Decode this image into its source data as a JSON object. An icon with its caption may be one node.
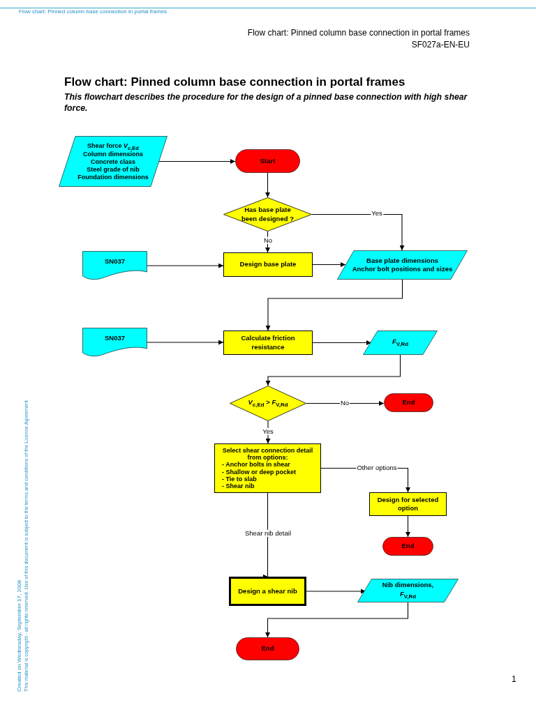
{
  "diagram": {
    "title": "Flow chart: Pinned column base connection in portal frames",
    "caption": "This flowchart describes the procedure for the design of a pinned base connection with high shear force.",
    "nodes": [
      {
        "text": [
          "Shear force *V*$_{c,Ed}$",
          "Column dimensions",
          "Concrete class",
          "Steel grade of nib",
          "Foundation dimensions"
        ]
      },
      {
        "text": [
          "Start"
        ]
      },
      {
        "text": [
          "Has base plate been designed ?"
        ]
      },
      {
        "text": [
          "SN037"
        ]
      },
      {
        "text": [
          "Design base plate"
        ]
      },
      {
        "text": [
          "Base plate dimensions",
          "Anchor bolt positions and sizes"
        ]
      },
      {
        "text": [
          "SN037"
        ]
      },
      {
        "text": [
          "Calculate friction resistance"
        ]
      },
      {
        "text": [
          "*F*$_{V,Rd}$"
        ]
      },
      {
        "text": [
          "*V*$_{c,Ed}$ > *F*$_{V,Rd}$"
        ]
      },
      {
        "text": [
          "End"
        ]
      },
      {
        "text": [
          "Select shear connection detail from options:",
          "- Anchor bolts in shear",
          "- Shallow or deep pocket",
          "- Tie to slab",
          "- Shear nib"
        ]
      },
      {
        "text": [
          "Design for selected option"
        ]
      },
      {
        "text": [
          "End"
        ]
      },
      {
        "text": [
          "Design a shear nib"
        ]
      },
      {
        "text": [
          "Nib dimensions,",
          "*F*$_{V,Rd}$"
        ]
      },
      {
        "text": [
          "End"
        ]
      }
    ],
    "edges": [
      {
        "from": 0,
        "to": 1,
        "arrow": "to"
      },
      {
        "from": 1,
        "to": 2,
        "arrow": "to"
      },
      {
        "from": 2,
        "to": 4,
        "arrow": "to",
        "label": "No"
      },
      {
        "from": 2,
        "to": 5,
        "arrow": "to",
        "label": "Yes"
      },
      {
        "from": 3,
        "to": 4,
        "arrow": "to"
      },
      {
        "from": 4,
        "to": 5,
        "arrow": "to"
      },
      {
        "from": 5,
        "to": 7,
        "arrow": "to"
      },
      {
        "from": 6,
        "to": 7,
        "arrow": "to"
      },
      {
        "from": 7,
        "to": 8,
        "arrow": "to"
      },
      {
        "from": 8,
        "to": 9,
        "arrow": "to"
      },
      {
        "from": 9,
        "to": 10,
        "arrow": "to",
        "label": "No"
      },
      {
        "from": 9,
        "to": 11,
        "arrow": "to",
        "label": "Yes"
      },
      {
        "from": 11,
        "to": 12,
        "arrow": "to",
        "label": "Other options"
      },
      {
        "from": 12,
        "to": 13,
        "arrow": "to"
      },
      {
        "from": 11,
        "to": 14,
        "arrow": "to",
        "label": "Shear nib detail"
      },
      {
        "from": 14,
        "to": 15,
        "arrow": "to"
      },
      {
        "from": 15,
        "to": 16,
        "arrow": "to"
      }
    ],
    "labels": [
      "Flow chart: Pinned column base connection in portal frames",
      "Flow chart: Pinned column base connection in portal frames",
      "SF027a-EN-EU",
      "Created on Wednesday, September 17, 2008",
      "This material is copyright - all rights reserved. Use of this document is subject to the terms and conditions of the Licence Agreement",
      "1"
    ]
  }
}
